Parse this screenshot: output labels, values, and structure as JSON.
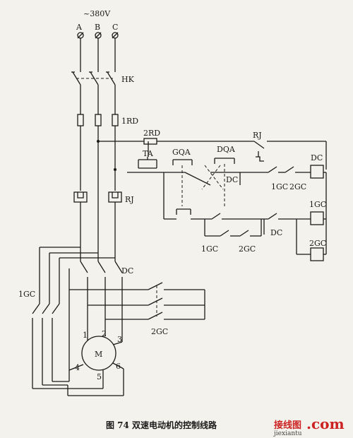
{
  "supply": {
    "voltage": "~380V",
    "phases": [
      "A",
      "B",
      "C"
    ]
  },
  "labels": {
    "hk": "HK",
    "rd1": "1RD",
    "rd2": "2RD",
    "rj_top": "RJ",
    "rj_thermal": "RJ",
    "ta": "TA",
    "gqa": "GQA",
    "dqa": "DQA",
    "dc_coil": "DC",
    "dc_interlock": "DC",
    "gc1_row1": "1GC",
    "gc2_row1": "2GC",
    "gc1_coil": "1GC",
    "gc2_coil": "2GC",
    "gc1_row3": "1GC",
    "gc2_row3": "2GC",
    "dc_row3": "DC",
    "dc_main": "DC",
    "gc1_main": "1GC",
    "gc2_main": "2GC",
    "motor": "M",
    "t1": "1",
    "t2": "2",
    "t3": "3",
    "t4": "4",
    "t5": "5",
    "t6": "6"
  },
  "caption": "图 74   双速电动机的控制线路",
  "watermark": {
    "cn": "接线图",
    "com": ".com",
    "sub": "jiexiantu"
  }
}
